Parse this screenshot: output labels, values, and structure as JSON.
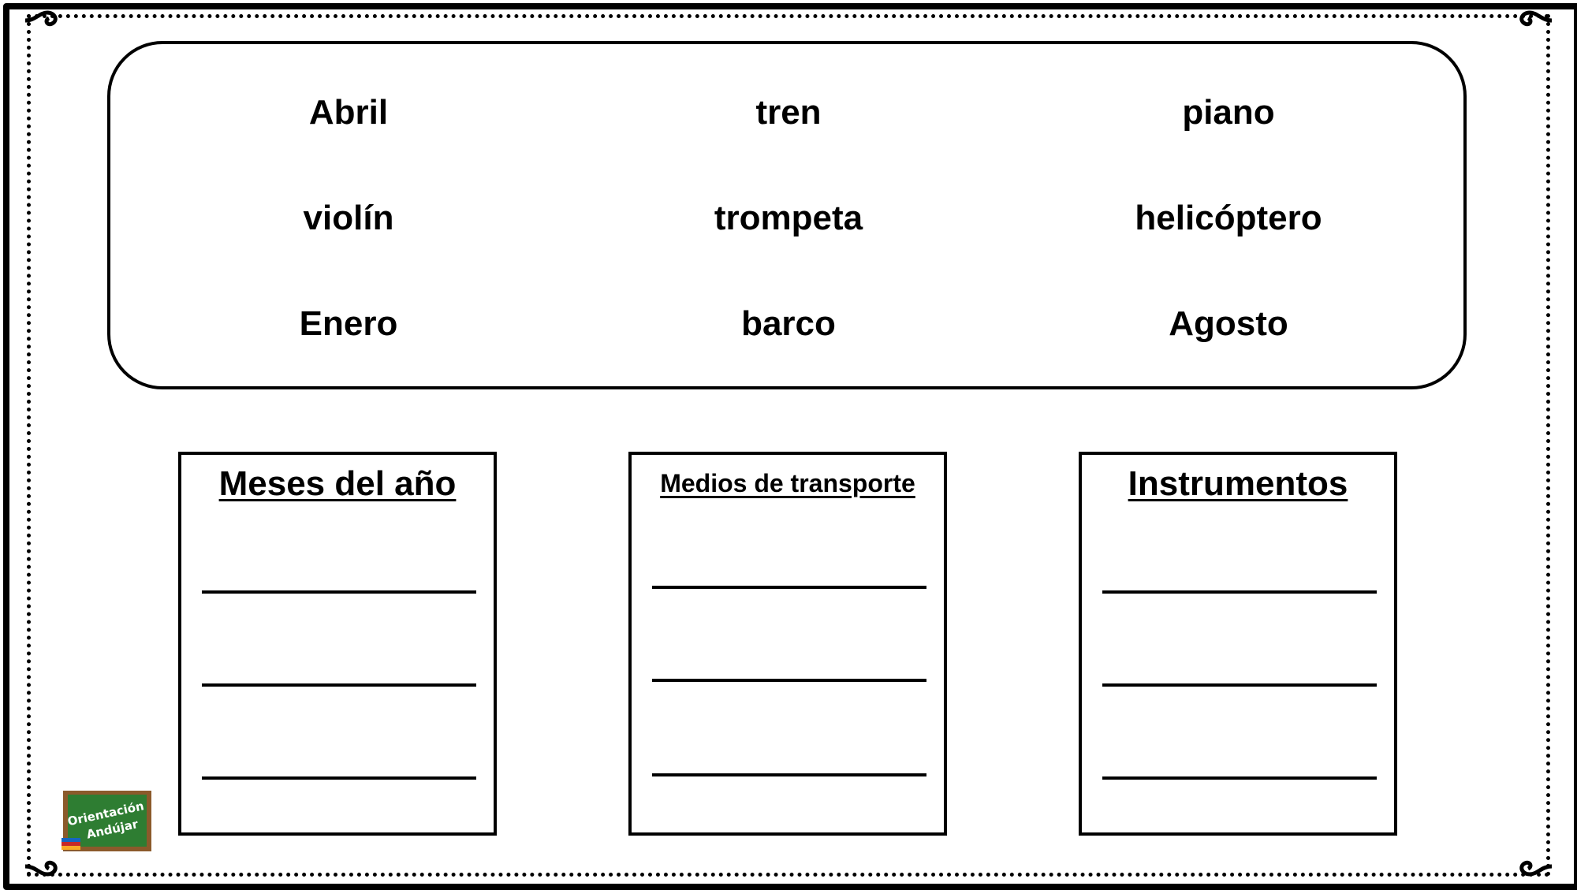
{
  "words": [
    [
      "Abril",
      "tren",
      "piano"
    ],
    [
      "violín",
      "trompeta",
      "helicóptero"
    ],
    [
      "Enero",
      "barco",
      "Agosto"
    ]
  ],
  "categories": {
    "months": {
      "title": "Meses del año"
    },
    "transport": {
      "title": "Medios de transporte"
    },
    "instruments": {
      "title": "Instrumentos"
    }
  },
  "logo": {
    "line1": "Orientación",
    "line2": "Andújar"
  },
  "colors": {
    "ink": "#000000",
    "chalkboard": "#2e7d32",
    "board_frame": "#8b5a2b"
  }
}
